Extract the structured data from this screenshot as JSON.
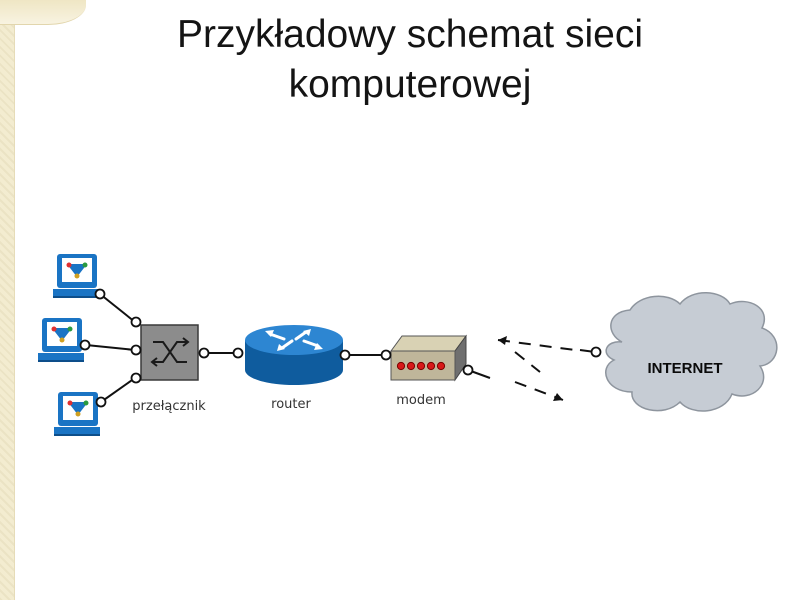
{
  "slide": {
    "title_line1": "Przykładowy schemat sieci",
    "title_line2": "komputerowej"
  },
  "diagram": {
    "nodes": [
      {
        "id": "pc1",
        "icon": "computer-icon",
        "label": ""
      },
      {
        "id": "pc2",
        "icon": "computer-icon",
        "label": ""
      },
      {
        "id": "pc3",
        "icon": "computer-icon",
        "label": ""
      },
      {
        "id": "switch",
        "icon": "switch-icon",
        "label": "przełącznik"
      },
      {
        "id": "router",
        "icon": "router-icon",
        "label": "router"
      },
      {
        "id": "modem",
        "icon": "modem-icon",
        "label": "modem"
      },
      {
        "id": "internet",
        "icon": "cloud-icon",
        "label": "INTERNET"
      }
    ],
    "edges": [
      {
        "from": "pc1",
        "to": "switch",
        "style": "solid"
      },
      {
        "from": "pc2",
        "to": "switch",
        "style": "solid"
      },
      {
        "from": "pc3",
        "to": "switch",
        "style": "solid"
      },
      {
        "from": "switch",
        "to": "router",
        "style": "solid"
      },
      {
        "from": "router",
        "to": "modem",
        "style": "solid"
      },
      {
        "from": "modem",
        "to": "internet",
        "style": "wireless-dashed"
      }
    ]
  },
  "colors": {
    "monitor_blue": "#1a74c4",
    "switch_gray": "#8c8c8c",
    "router_blue": "#1d74bf",
    "modem_led": "#d81818",
    "cloud_fill": "#c6ccd4"
  }
}
